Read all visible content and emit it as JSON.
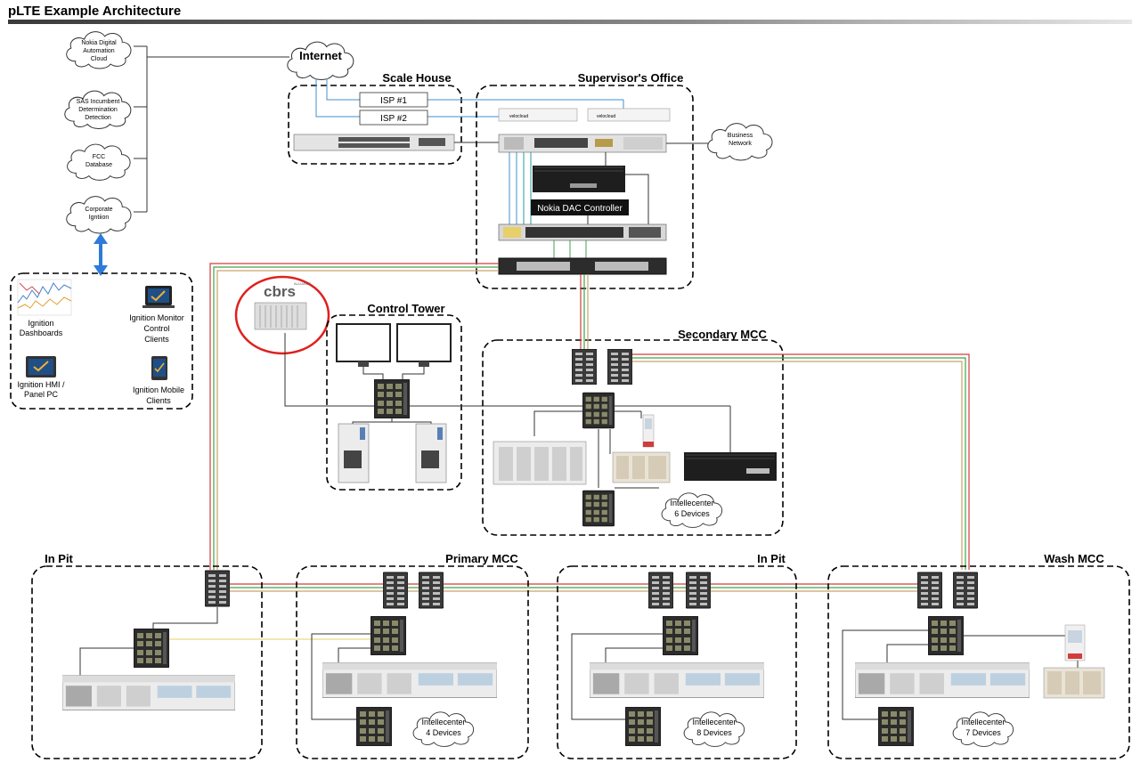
{
  "title": "pLTE Example Architecture",
  "clouds": {
    "nokia_dac_cloud": [
      "Nokia Digital",
      "Automation",
      "Cloud"
    ],
    "sas": [
      "SAS Incumbent",
      "Determination",
      "Detection"
    ],
    "fcc": [
      "FCC",
      "Database"
    ],
    "corporate_ignition": [
      "Corporate",
      "Igntiion"
    ],
    "internet": "Internet",
    "business_network": [
      "Business",
      "Network"
    ],
    "intellecenter_secondary": [
      "Intellecenter",
      "6 Devices"
    ],
    "intellecenter_primary": [
      "Intellecenter",
      "4 Devices"
    ],
    "intellecenter_inpit": [
      "Intellecenter",
      "8 Devices"
    ],
    "intellecenter_wash": [
      "Intellecenter",
      "7 Devices"
    ]
  },
  "zones": {
    "scale_house": "Scale House",
    "supervisors_office": "Supervisor's Office",
    "control_tower": "Control Tower",
    "secondary_mcc": "Secondary MCC",
    "in_pit_left": "In Pit",
    "primary_mcc": "Primary MCC",
    "in_pit_right": "In Pit",
    "wash_mcc": "Wash MCC"
  },
  "devices": {
    "isp1": "ISP #1",
    "isp2": "ISP #2",
    "velo_left": "velocloud",
    "velo_right": "velocloud",
    "dac_controller": "Nokia DAC Controller",
    "cbrs_logo": "cbrs",
    "cbrs_alliance": "ALLIANCE"
  },
  "clients": {
    "dashboards": [
      "Ignition",
      "Dashboards"
    ],
    "monitor": [
      "Ignition Monitor",
      "Control",
      "Clients"
    ],
    "hmi": [
      "Ignition HMI /",
      "Panel PC"
    ],
    "mobile": [
      "Ignition Mobile",
      "Clients"
    ]
  },
  "colors": {
    "zone_border": "#000000",
    "fiber_red": "#d23c3c",
    "fiber_green": "#3fa34d",
    "fiber_tan": "#c9a36a",
    "link_blue": "#3f8fd1",
    "link_teal": "#2a9aa0",
    "arrow_blue": "#2d7bd8",
    "highlight_red": "#e0201c",
    "yellow_link": "#e7d06a"
  }
}
